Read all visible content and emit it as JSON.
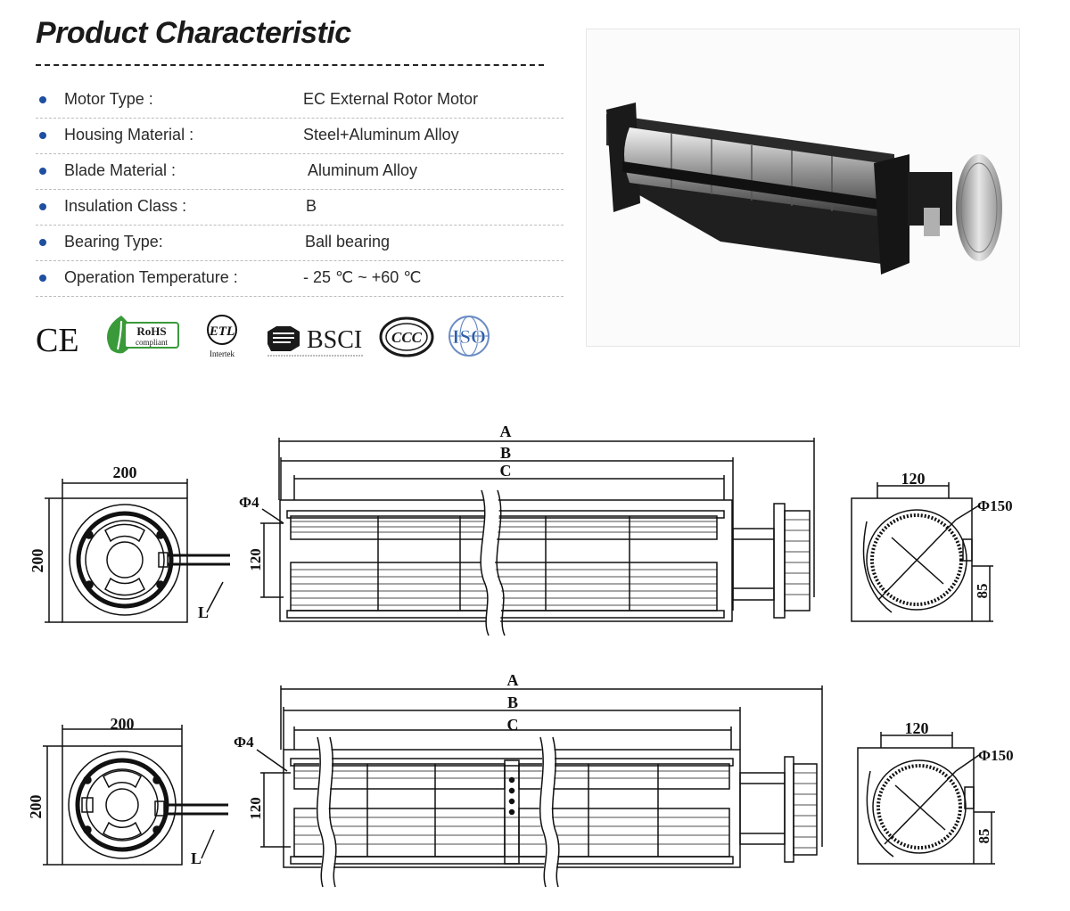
{
  "header": {
    "title": "Product Characteristic"
  },
  "specs": [
    {
      "label": "Motor Type :",
      "value": "EC External Rotor Motor"
    },
    {
      "label": "Housing Material :",
      "value": "Steel+Aluminum Alloy"
    },
    {
      "label": "Blade Material :",
      "value": "Aluminum Alloy"
    },
    {
      "label": "Insulation Class :",
      "value": "B"
    },
    {
      "label": "Bearing Type:",
      "value": "Ball bearing"
    },
    {
      "label": "Operation Temperature :",
      "value": "- 25 ℃ ~ +60 ℃"
    }
  ],
  "certifications": {
    "ce": "CE",
    "rohs": "RoHS",
    "rohs_sub": "compliant",
    "etl": "ETL",
    "etl_sub": "Intertek",
    "bsci": "BSCI",
    "ccc": "CCC",
    "iso": "ISO"
  },
  "drawing1": {
    "end_width": "200",
    "end_height": "200",
    "lead_label": "L",
    "dim_a": "A",
    "dim_b": "B",
    "dim_c": "C",
    "hole": "Φ4",
    "height": "120",
    "outlet_width": "120",
    "impeller_dia": "Φ150",
    "outlet_height": "85"
  },
  "drawing2": {
    "end_width": "200",
    "end_height": "200",
    "lead_label": "L",
    "dim_a": "A",
    "dim_b": "B",
    "dim_c": "C",
    "hole": "Φ4",
    "height": "120",
    "outlet_width": "120",
    "impeller_dia": "Φ150",
    "outlet_height": "85"
  }
}
